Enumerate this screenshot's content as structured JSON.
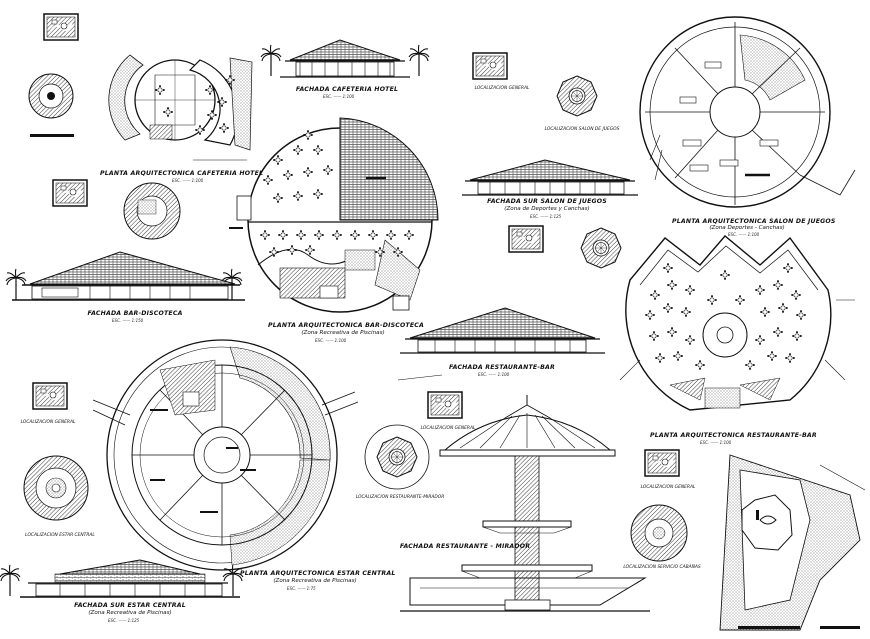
{
  "labels": {
    "cafeteria_plan": "PLANTA ARQUITECTONICA CAFETERIA HOTEL",
    "cafeteria_facade": "FACHADA CAFETERIA HOTEL",
    "bar_facade": "FACHADA BAR-DISCOTECA",
    "bar_plan": "PLANTA ARQUITECTONICA BAR-DISCOTECA",
    "bar_plan_sub": "(Zona Recreativa de Piscinas)",
    "juegos_facade": "FACHADA SUR SALON DE JUEGOS",
    "juegos_facade_sub": "(Zona de Deportes y Canchas)",
    "juegos_plan": "PLANTA ARQUITECTONICA SALON DE JUEGOS",
    "juegos_plan_sub": "(Zona Deportes - Canchas)",
    "restaurante_facade": "FACHADA RESTAURANTE-BAR",
    "restaurante_plan": "PLANTA ARQUITECTONICA RESTAURANTE-BAR",
    "estar_plan": "PLANTA ARQUITECTONICA ESTAR CENTRAL",
    "estar_plan_sub": "(Zona Recreativa de Piscinas)",
    "estar_facade": "FACHADA SUR ESTAR CENTRAL",
    "estar_facade_sub": "(Zona Recreativa de Piscinas)",
    "mirador_facade": "FACHADA RESTAURANTE - MIRADOR",
    "loc_general_top": "LOCALIZACION GENERAL",
    "loc_juegos": "LOCALIZACION SALON DE JUEGOS",
    "loc_general_mid": "LOCALIZACION GENERAL",
    "loc_estar": "LOCALIZACION ESTAR CENTRAL",
    "loc_general_left": "LOCALIZACION GENERAL",
    "loc_mirador": "LOCALIZACION RESTAURANTE-MIRADOR",
    "loc_general_right": "LOCALIZACION GENERAL",
    "loc_cabanas": "LOCALIZACION SERVICIO CABAÑAS"
  },
  "scales": {
    "s_100": "ESC. —— 1:100",
    "s_125": "ESC. —— 1:125",
    "s_150": "ESC. —— 1:150",
    "s_75": "ESC. —— 1:75"
  }
}
